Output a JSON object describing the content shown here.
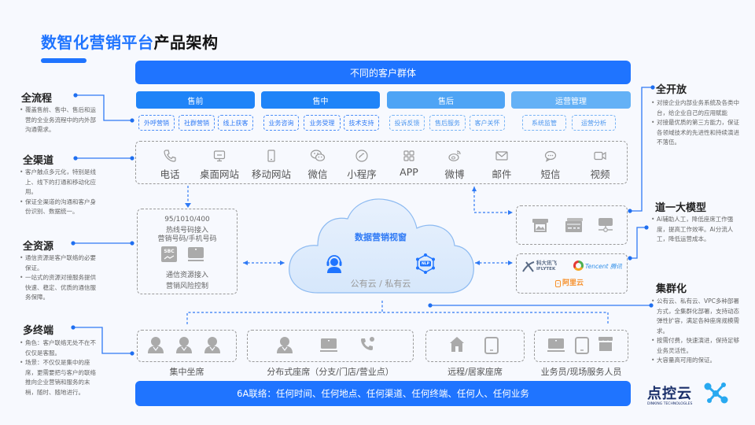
{
  "title": {
    "highlight": "数智化营销平台",
    "rest": "产品架构"
  },
  "top_band": "不同的客户群体",
  "categories": [
    {
      "label": "售前",
      "color": "#1f84f8",
      "chips": [
        "外呼营销",
        "社群营销",
        "线上获客"
      ]
    },
    {
      "label": "售中",
      "color": "#1f84f8",
      "chips": [
        "业务咨询",
        "业务受理",
        "技术支持"
      ]
    },
    {
      "label": "售后",
      "color": "#4ea4f5",
      "chips": [
        "投诉反馈",
        "售后服务",
        "客户关怀"
      ]
    },
    {
      "label": "运营管理",
      "color": "#64b1f6",
      "chips": [
        "系统监管",
        "运营分析"
      ]
    }
  ],
  "channels": [
    {
      "icon": "phone-icon",
      "label": "电话"
    },
    {
      "icon": "desktop-icon",
      "label": "桌面网站"
    },
    {
      "icon": "mobile-icon",
      "label": "移动网站"
    },
    {
      "icon": "wechat-icon",
      "label": "微信"
    },
    {
      "icon": "mini-program-icon",
      "label": "小程序"
    },
    {
      "icon": "app-grid-icon",
      "label": "APP"
    },
    {
      "icon": "weibo-icon",
      "label": "微博"
    },
    {
      "icon": "mail-icon",
      "label": "邮件"
    },
    {
      "icon": "sms-icon",
      "label": "短信"
    },
    {
      "icon": "video-icon",
      "label": "视频"
    }
  ],
  "resources": {
    "line1": "95/1010/400",
    "line2": "热线号码接入",
    "line3": "营销号码/手机号码",
    "sbc_label": "SBC",
    "line4": "通信资源接入",
    "line5": "营销风险控制"
  },
  "cloud": {
    "title": "数据营销视窗",
    "nlp_label": "NLP",
    "subtitle": "公有云 / 私有云"
  },
  "partners": {
    "iflytek_cn": "科大讯飞",
    "iflytek_en": "IFLYTEK",
    "tencent": "Tencent 腾讯",
    "aliyun": "阿里云"
  },
  "seats": [
    {
      "label": "集中坐席"
    },
    {
      "label": "分布式座席（分支/门店/营业点）"
    },
    {
      "label": "远程/居家座席"
    },
    {
      "label": "业务员/现场服务人员"
    }
  ],
  "bottom_band": "6A联络：任何时间、任何地点、任何渠道、任何终端、任何人、任何业务",
  "left_sections": [
    {
      "heading": "全流程",
      "bullets": [
        "覆盖售前、售中、售后和运营的全业务流程中的内外部沟通需求。"
      ]
    },
    {
      "heading": "全渠道",
      "bullets": [
        "客户触点多元化，特别是线上、线下的打通和移动化应用。",
        "保证全渠道的沟通和客户身份识别、数据统一。"
      ]
    },
    {
      "heading": "全资源",
      "bullets": [
        "通信资源是客户联络的必要保证。",
        "一站式的资源对接服务提供快速、稳定、优质的通信服务保障。"
      ]
    },
    {
      "heading": "多终端",
      "bullets": [
        "角色：客户联络无处不在不仅仅是客服。",
        "场景：不仅仅是集中的座席，更需要把与客户的联络推向企业营销和服务的末梢，随时、随地进行。"
      ]
    }
  ],
  "right_sections": [
    {
      "heading": "全开放",
      "bullets": [
        "对接企业内部业务系统及各类中台，给企业自己的应用赋能",
        "对接最优质的第三方能力，保证各领域技术的先进性和持续演进不落伍。"
      ]
    },
    {
      "heading": "道一大模型",
      "bullets": [
        "Ai辅助人工，降低座席工作强度，提高工作效率。Ai分流人工，降低运营成本。"
      ]
    },
    {
      "heading": "集群化",
      "bullets": [
        "公有云、私有云、VPC多种部署方式，全集群化部署，支持动态弹性扩容，满足各种座席规模需求。",
        "按需付费，快速演进，保持足够业务灵活性。",
        "大容量高可用的保证。"
      ]
    }
  ],
  "logo": {
    "name": "点控云",
    "sub": "DINKING TECHNOLOGLES"
  },
  "colors": {
    "primary": "#1f74ff",
    "accent_light": "#64b1f6",
    "gray_icon": "#a9a9a9",
    "aliyun": "#f7902a",
    "tencent": "#2f8ee8"
  }
}
